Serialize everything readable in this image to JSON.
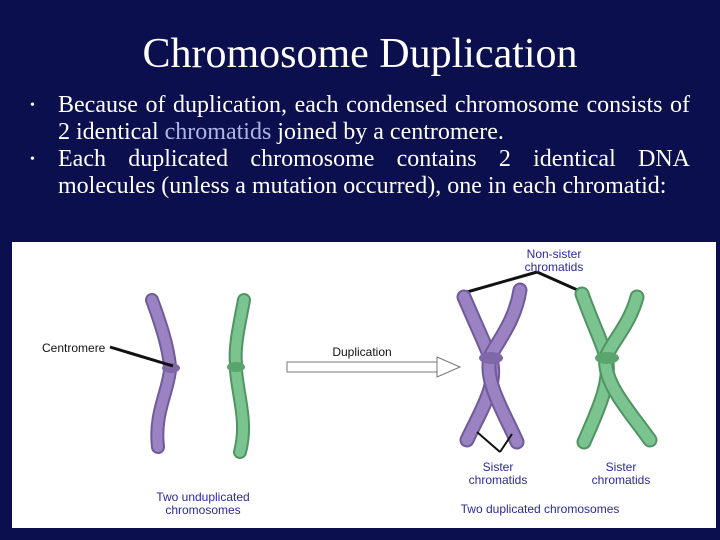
{
  "slide": {
    "title": "Chromosome Duplication",
    "bullet1_pre": "Because of duplication, each condensed chromosome consists of 2 identical ",
    "bullet1_highlight": "chromatids",
    "bullet1_post": " joined by a centromere.",
    "bullet2": "Each duplicated chromosome contains 2 identical DNA molecules (unless a mutation occurred), one in each chromatid:",
    "bullet_symbol": "•"
  },
  "diagram": {
    "label_centromere": "Centromere",
    "label_duplication": "Duplication",
    "label_non_sister": "Non-sister chromatids",
    "label_sister_left": "Sister chromatids",
    "label_sister_right": "Sister chromatids",
    "label_unduplicated": "Two unduplicated chromosomes",
    "label_duplicated": "Two duplicated chromosomes",
    "colors": {
      "purple": "#9b82c2",
      "purple_dark": "#6f5a9a",
      "green": "#7cc48f",
      "green_dark": "#4f9463",
      "background": "#0b0f4d"
    }
  }
}
